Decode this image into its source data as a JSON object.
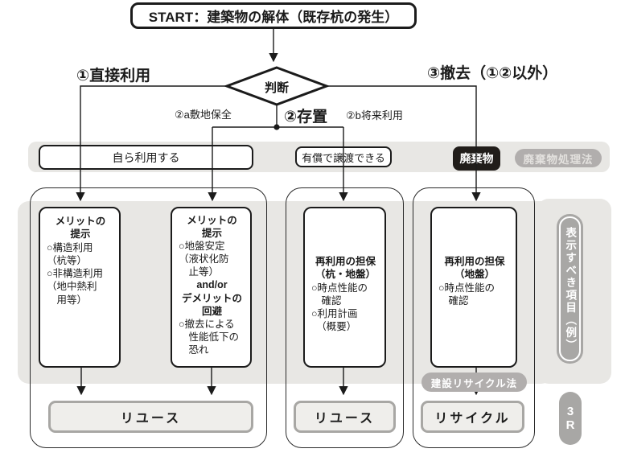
{
  "colors": {
    "panel_gray": "#e8e7e4",
    "pill_gray": "#b1aead",
    "badge_gray": "#a8a7a5",
    "ink": "#1b1b1b",
    "waste_black": "#211d1a",
    "outcome_fill": "#efeeeb",
    "outcome_border": "#a8a7a4"
  },
  "start": {
    "label": "START：建築物の解体（既存杭の発生）"
  },
  "decision": {
    "label": "判断"
  },
  "branches": {
    "direct_use": "①直接利用",
    "leave_in_place": "②存置",
    "site_preservation": "②a敷地保全",
    "future_use": "②b将来利用",
    "removal": "③撤去（①②以外）"
  },
  "band": {
    "self_use": "自ら利用する",
    "paid_transfer": "有償で譲渡できる",
    "waste": "廃棄物",
    "waste_law": "廃棄物処理法"
  },
  "items": {
    "merit_direct": {
      "header": "メリットの\n提示",
      "body": "○構造利用\n（杭等）\n○非構造利用\n（地中熱利\n　用等）"
    },
    "merit_leave": {
      "header": "メリットの\n提示",
      "body": "○地盤安定\n（液状化防\n　止等）",
      "connector": "and/or",
      "header2": "デメリットの\n回避",
      "body2": "○撤去による\n　性能低下の\n　恐れ"
    },
    "reuse_guarantee_pile_ground": {
      "header": "再利用の担保\n（杭・地盤）",
      "body": "○時点性能の\n　確認\n○利用計画\n　（概要）"
    },
    "reuse_guarantee_ground": {
      "header": "再利用の担保\n（地盤）",
      "body": "○時点性能の\n　確認"
    }
  },
  "outcomes": {
    "reuse_left": "リユース",
    "reuse_middle": "リユース",
    "recycle": "リサイクル"
  },
  "labels": {
    "construction_recycle_law": "建設リサイクル法",
    "display_items": "表示すべき項目（例）",
    "three_r": "3\nR"
  }
}
